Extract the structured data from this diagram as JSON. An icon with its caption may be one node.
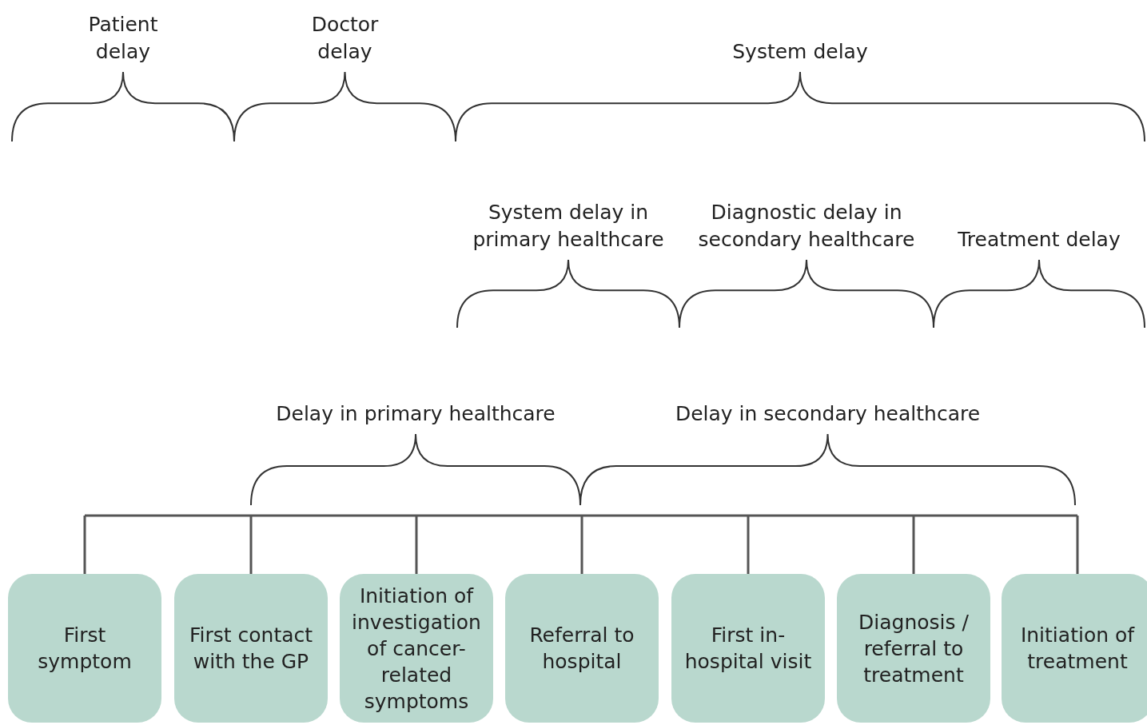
{
  "diagram": {
    "nodes": [
      {
        "text": [
          "First symptom"
        ]
      },
      {
        "text": [
          "First contact with the GP"
        ]
      },
      {
        "text": [
          "Initiation of investigation of cancer-related symptoms"
        ]
      },
      {
        "text": [
          "Referral to hospital"
        ]
      },
      {
        "text": [
          "First in-hospital visit"
        ]
      },
      {
        "text": [
          "Diagnosis / referral to treatment"
        ]
      },
      {
        "text": [
          "Initiation of treatment"
        ]
      }
    ],
    "labels": [
      "Patient delay",
      "Doctor delay",
      "System delay",
      "System delay in primary healthcare",
      "Diagnostic delay in secondary healthcare",
      "Treatment delay",
      "Delay in primary healthcare",
      "Delay in secondary healthcare"
    ]
  }
}
